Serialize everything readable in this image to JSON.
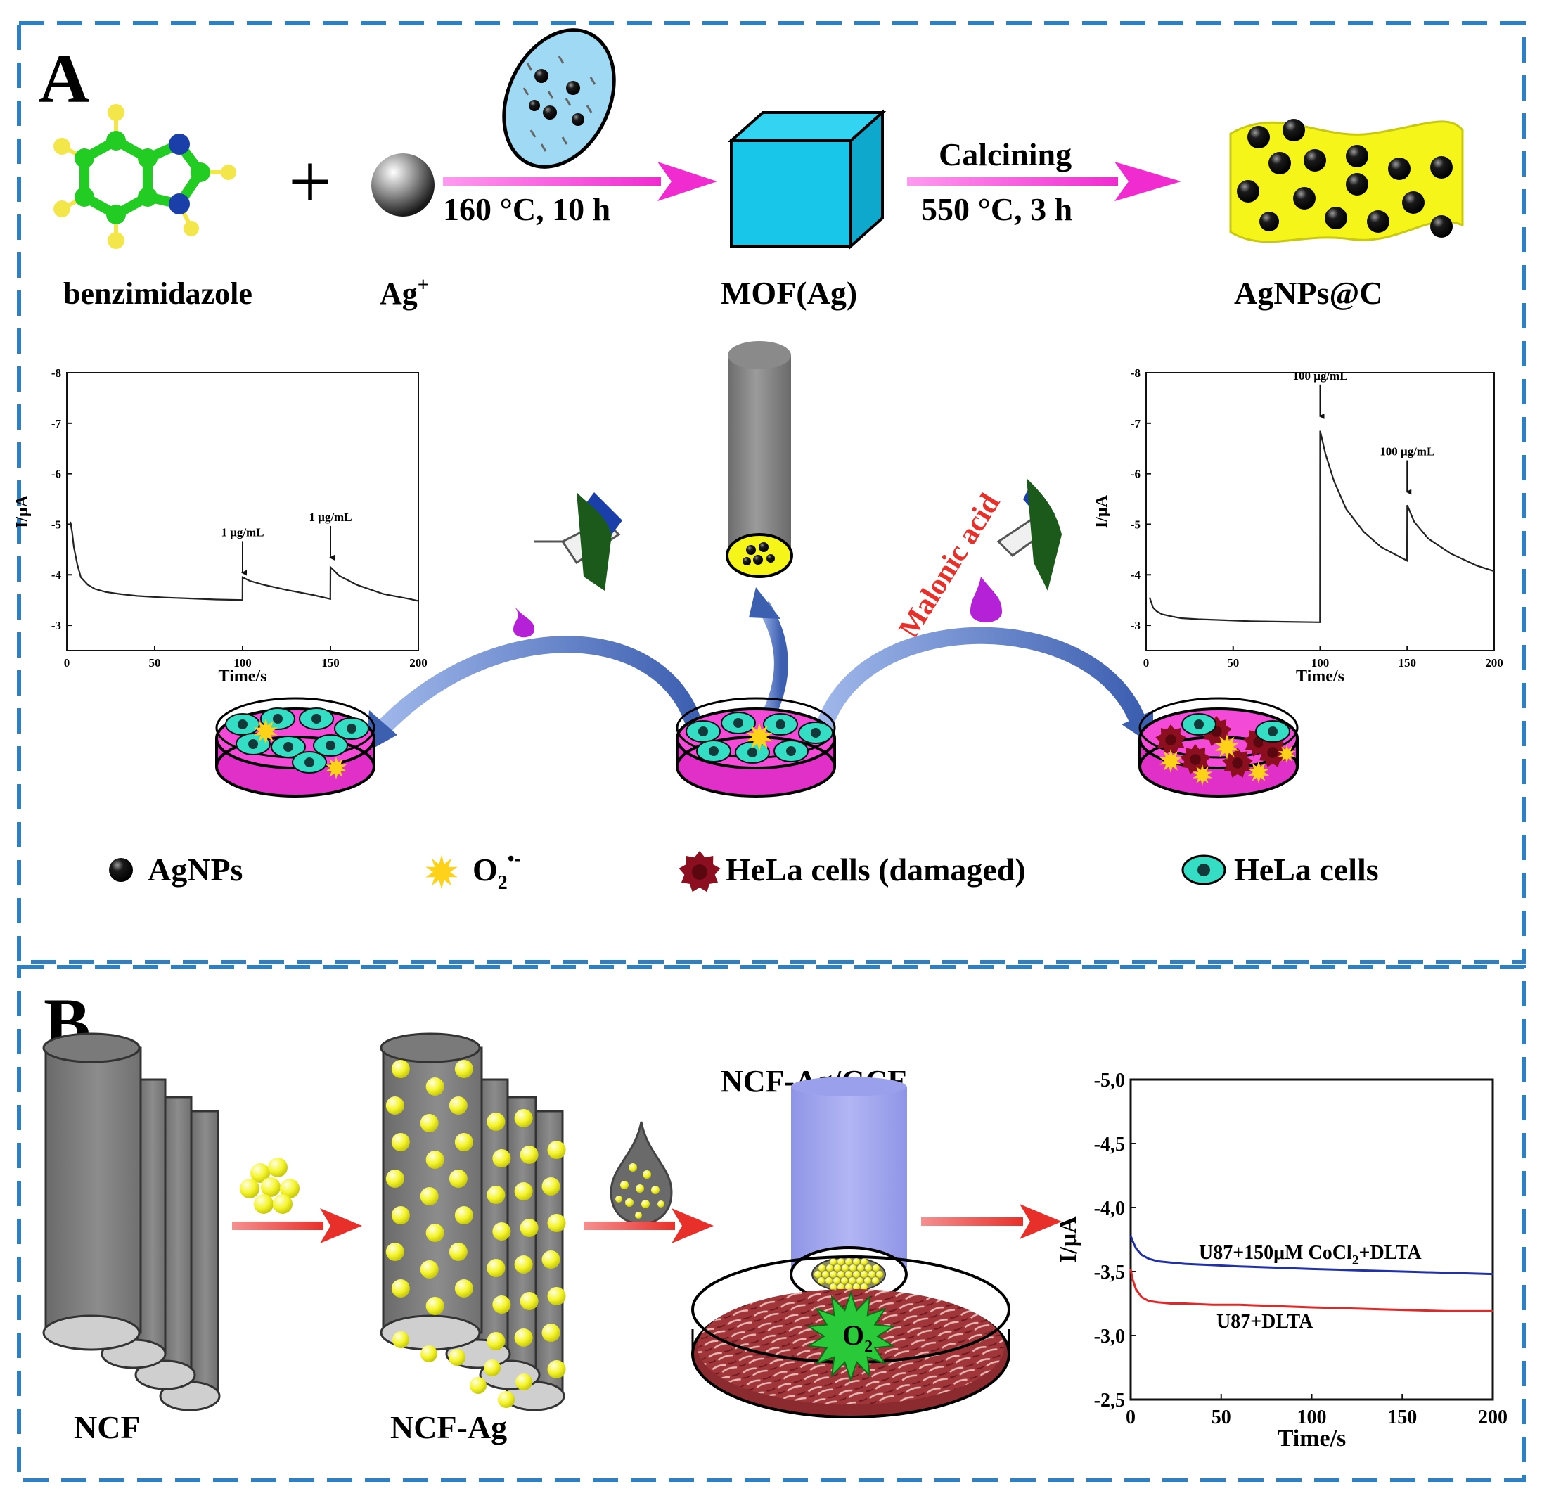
{
  "panel_a": {
    "letter": "A",
    "synthesis": {
      "reactant_1": "benzimidazole",
      "reactant_2": "Ag",
      "reactant_2_sup": "+",
      "plus": "+",
      "step_1": "160 °C, 10 h",
      "product_1": "MOF(Ag)",
      "step_2_top": "Calcining",
      "step_2_bottom": "550 °C, 3 h",
      "product_2": "AgNPs@C"
    },
    "reagent_label": "Malonic acid",
    "legend": {
      "agnps": "AgNPs",
      "o2_main": "O",
      "o2_sub": "2",
      "o2_sup": "•-",
      "hela_damaged": "HeLa cells (damaged)",
      "hela": "HeLa cells"
    },
    "colors": {
      "benzimidazole_carbon": "#22cc22",
      "nitrogen": "#1a3fa8",
      "hydrogen": "#f2e64a",
      "cube": "#18c6ea",
      "arrow": "#f02bd0",
      "carbon_sheet": "#f5f51a",
      "dish_medium": "#f03ad8",
      "cell": "#35ddc4",
      "damaged_cell": "#8b0f1e",
      "superoxide": "#ffd21a",
      "transfer_arrow": "#4a6fbf",
      "droplet": "#b421d6"
    }
  },
  "panel_b": {
    "letter": "B",
    "fiber_1": "NCF",
    "fiber_2": "NCF-Ag",
    "electrode": "NCF-Ag/GCE",
    "o2_main": "O",
    "o2_sub": "2",
    "colors": {
      "fiber": "#7a7a7a",
      "ag_particle": "#f4f42a",
      "electrode": "#a6aaf0",
      "arrow": "#e8302a",
      "cells": "#a0353a",
      "star": "#29c93a"
    }
  },
  "chart_data": [
    {
      "type": "line",
      "panel": "A-left",
      "xlabel": "Time/s",
      "ylabel": "I/μA",
      "xlim": [
        0,
        200
      ],
      "ylim": [
        -2.5,
        -8
      ],
      "xticks": [
        0,
        50,
        100,
        150,
        200
      ],
      "yticks": [
        -3,
        -4,
        -5,
        -6,
        -7,
        -8
      ],
      "xtick_labels": [
        "0",
        "50",
        "100",
        "150",
        "200"
      ],
      "ytick_labels": [
        "-3",
        "-4",
        "-5",
        "-6",
        "-7",
        "-8"
      ],
      "annotations": [
        {
          "text": "1 μg/mL",
          "x": 100,
          "y": -3.9
        },
        {
          "text": "1 μg/mL",
          "x": 150,
          "y": -4.2
        }
      ],
      "series": [
        {
          "x": [
            2,
            3,
            4,
            6,
            8,
            12,
            16,
            22,
            30,
            40,
            55,
            70,
            85,
            99.9,
            100,
            104,
            112,
            125,
            140,
            149.9,
            150,
            155,
            165,
            180,
            195,
            200
          ],
          "y": [
            -5.05,
            -4.85,
            -4.55,
            -4.2,
            -3.95,
            -3.8,
            -3.72,
            -3.66,
            -3.62,
            -3.58,
            -3.55,
            -3.53,
            -3.51,
            -3.5,
            -3.95,
            -3.88,
            -3.8,
            -3.7,
            -3.6,
            -3.52,
            -4.15,
            -3.98,
            -3.8,
            -3.62,
            -3.52,
            -3.48
          ]
        }
      ]
    },
    {
      "type": "line",
      "panel": "A-right",
      "xlabel": "Time/s",
      "ylabel": "I/μA",
      "xlim": [
        0,
        200
      ],
      "ylim": [
        -2.5,
        -8
      ],
      "xticks": [
        0,
        50,
        100,
        150,
        200
      ],
      "yticks": [
        -3,
        -4,
        -5,
        -6,
        -7,
        -8
      ],
      "xtick_labels": [
        "0",
        "50",
        "100",
        "150",
        "200"
      ],
      "ytick_labels": [
        "-3",
        "-4",
        "-5",
        "-6",
        "-7",
        "-8"
      ],
      "annotations": [
        {
          "text": "100 μg/mL",
          "x": 100,
          "y": -7.0
        },
        {
          "text": "100 μg/mL",
          "x": 150,
          "y": -5.5
        }
      ],
      "series": [
        {
          "x": [
            2,
            3,
            4,
            6,
            9,
            14,
            20,
            30,
            45,
            60,
            80,
            99.9,
            100,
            103,
            108,
            115,
            125,
            135,
            149.9,
            150,
            154,
            162,
            175,
            190,
            200
          ],
          "y": [
            -3.55,
            -3.45,
            -3.35,
            -3.28,
            -3.22,
            -3.18,
            -3.14,
            -3.12,
            -3.1,
            -3.08,
            -3.07,
            -3.06,
            -6.85,
            -6.4,
            -5.85,
            -5.3,
            -4.85,
            -4.55,
            -4.28,
            -5.38,
            -5.05,
            -4.72,
            -4.42,
            -4.18,
            -4.07
          ]
        }
      ]
    },
    {
      "type": "line",
      "panel": "B",
      "xlabel": "Time/s",
      "ylabel": "I/μA",
      "xlim": [
        0,
        200
      ],
      "ylim": [
        -2.5,
        -5.0
      ],
      "xticks": [
        0,
        50,
        100,
        150,
        200
      ],
      "yticks": [
        -2.5,
        -3.0,
        -3.5,
        -4.0,
        -4.5,
        -5.0
      ],
      "xtick_labels": [
        "0",
        "50",
        "100",
        "150",
        "200"
      ],
      "ytick_labels": [
        "-2,5",
        "-3,0",
        "-3,5",
        "-4,0",
        "-4,5",
        "-5,0"
      ],
      "series": [
        {
          "name": "U87+150μM CoCl",
          "name_sub": "2",
          "name_suffix": "+DLTA",
          "color": "#2030a8",
          "x": [
            0,
            1,
            3,
            6,
            10,
            15,
            22,
            30,
            45,
            60,
            80,
            100,
            125,
            150,
            175,
            200
          ],
          "y": [
            -3.78,
            -3.74,
            -3.68,
            -3.63,
            -3.6,
            -3.58,
            -3.57,
            -3.56,
            -3.55,
            -3.54,
            -3.53,
            -3.52,
            -3.51,
            -3.5,
            -3.49,
            -3.48
          ]
        },
        {
          "name": "U87+DLTA",
          "color": "#e02828",
          "x": [
            0,
            1,
            3,
            6,
            10,
            15,
            22,
            30,
            45,
            60,
            80,
            100,
            125,
            150,
            175,
            200
          ],
          "y": [
            -3.52,
            -3.44,
            -3.36,
            -3.3,
            -3.27,
            -3.26,
            -3.25,
            -3.25,
            -3.24,
            -3.24,
            -3.23,
            -3.22,
            -3.21,
            -3.2,
            -3.19,
            -3.19
          ]
        }
      ]
    }
  ]
}
